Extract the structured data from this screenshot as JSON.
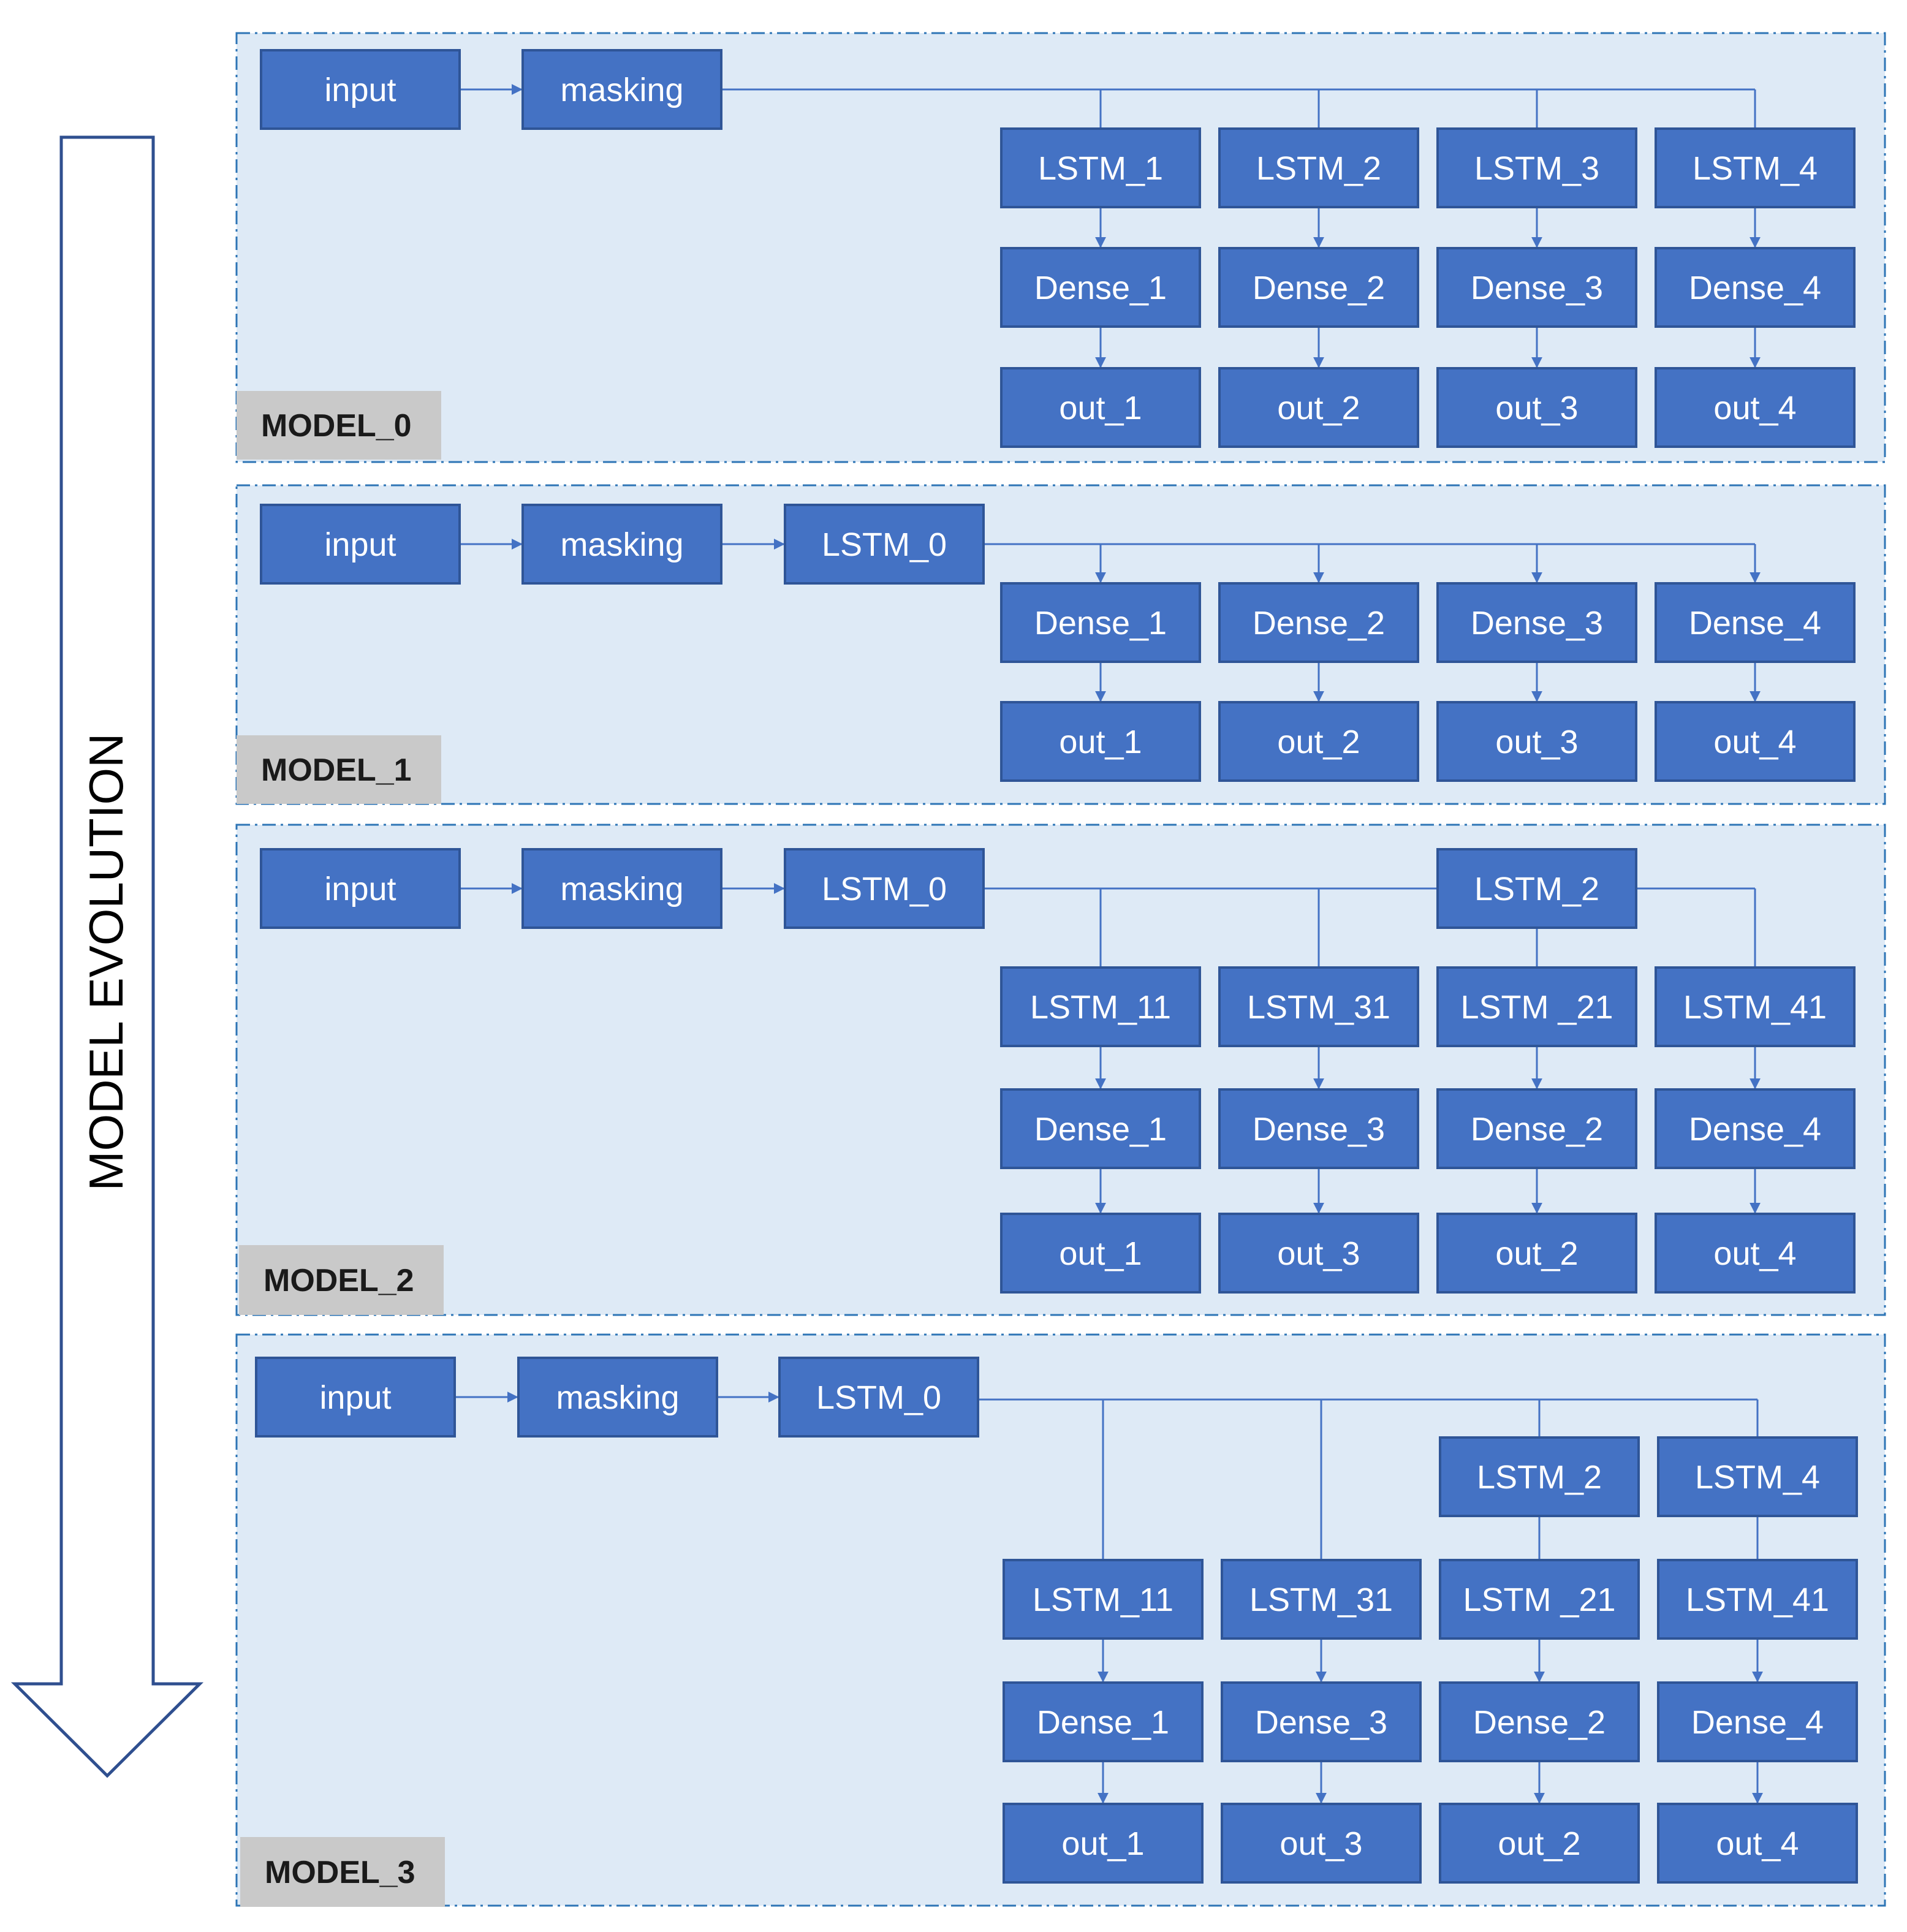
{
  "evolution_arrow": {
    "label": "MODEL EVOLUTION"
  },
  "colors": {
    "panel_fill": "#DEEAF6",
    "panel_border": "#2E75B6",
    "node_fill": "#4472C4",
    "node_border": "#2F5597",
    "node_text": "#FFFFFF",
    "edge": "#4472C4",
    "tag_fill": "#C9C9C9",
    "tag_text": "#1A1A1A",
    "arrow_stroke": "#2F4F8F"
  },
  "models": [
    {
      "name": "MODEL_0",
      "nodes": {
        "input": "input",
        "masking": "masking",
        "lstm_1": "LSTM_1",
        "lstm_2": "LSTM_2",
        "lstm_3": "LSTM_3",
        "lstm_4": "LSTM_4",
        "dense_1": "Dense_1",
        "dense_2": "Dense_2",
        "dense_3": "Dense_3",
        "dense_4": "Dense_4",
        "out_1": "out_1",
        "out_2": "out_2",
        "out_3": "out_3",
        "out_4": "out_4"
      }
    },
    {
      "name": "MODEL_1",
      "nodes": {
        "input": "input",
        "masking": "masking",
        "lstm_0": "LSTM_0",
        "dense_1": "Dense_1",
        "dense_2": "Dense_2",
        "dense_3": "Dense_3",
        "dense_4": "Dense_4",
        "out_1": "out_1",
        "out_2": "out_2",
        "out_3": "out_3",
        "out_4": "out_4"
      }
    },
    {
      "name": "MODEL_2",
      "nodes": {
        "input": "input",
        "masking": "masking",
        "lstm_0": "LSTM_0",
        "lstm_2": "LSTM_2",
        "lstm_11": "LSTM_11",
        "lstm_31": "LSTM_31",
        "lstm_21": "LSTM _21",
        "lstm_41": "LSTM_41",
        "dense_1": "Dense_1",
        "dense_3": "Dense_3",
        "dense_2": "Dense_2",
        "dense_4": "Dense_4",
        "out_1": "out_1",
        "out_3": "out_3",
        "out_2": "out_2",
        "out_4": "out_4"
      }
    },
    {
      "name": "MODEL_3",
      "nodes": {
        "input": "input",
        "masking": "masking",
        "lstm_0": "LSTM_0",
        "lstm_2": "LSTM_2",
        "lstm_4": "LSTM_4",
        "lstm_11": "LSTM_11",
        "lstm_31": "LSTM_31",
        "lstm_21": "LSTM _21",
        "lstm_41": "LSTM_41",
        "dense_1": "Dense_1",
        "dense_3": "Dense_3",
        "dense_2": "Dense_2",
        "dense_4": "Dense_4",
        "out_1": "out_1",
        "out_3": "out_3",
        "out_2": "out_2",
        "out_4": "out_4"
      }
    }
  ]
}
